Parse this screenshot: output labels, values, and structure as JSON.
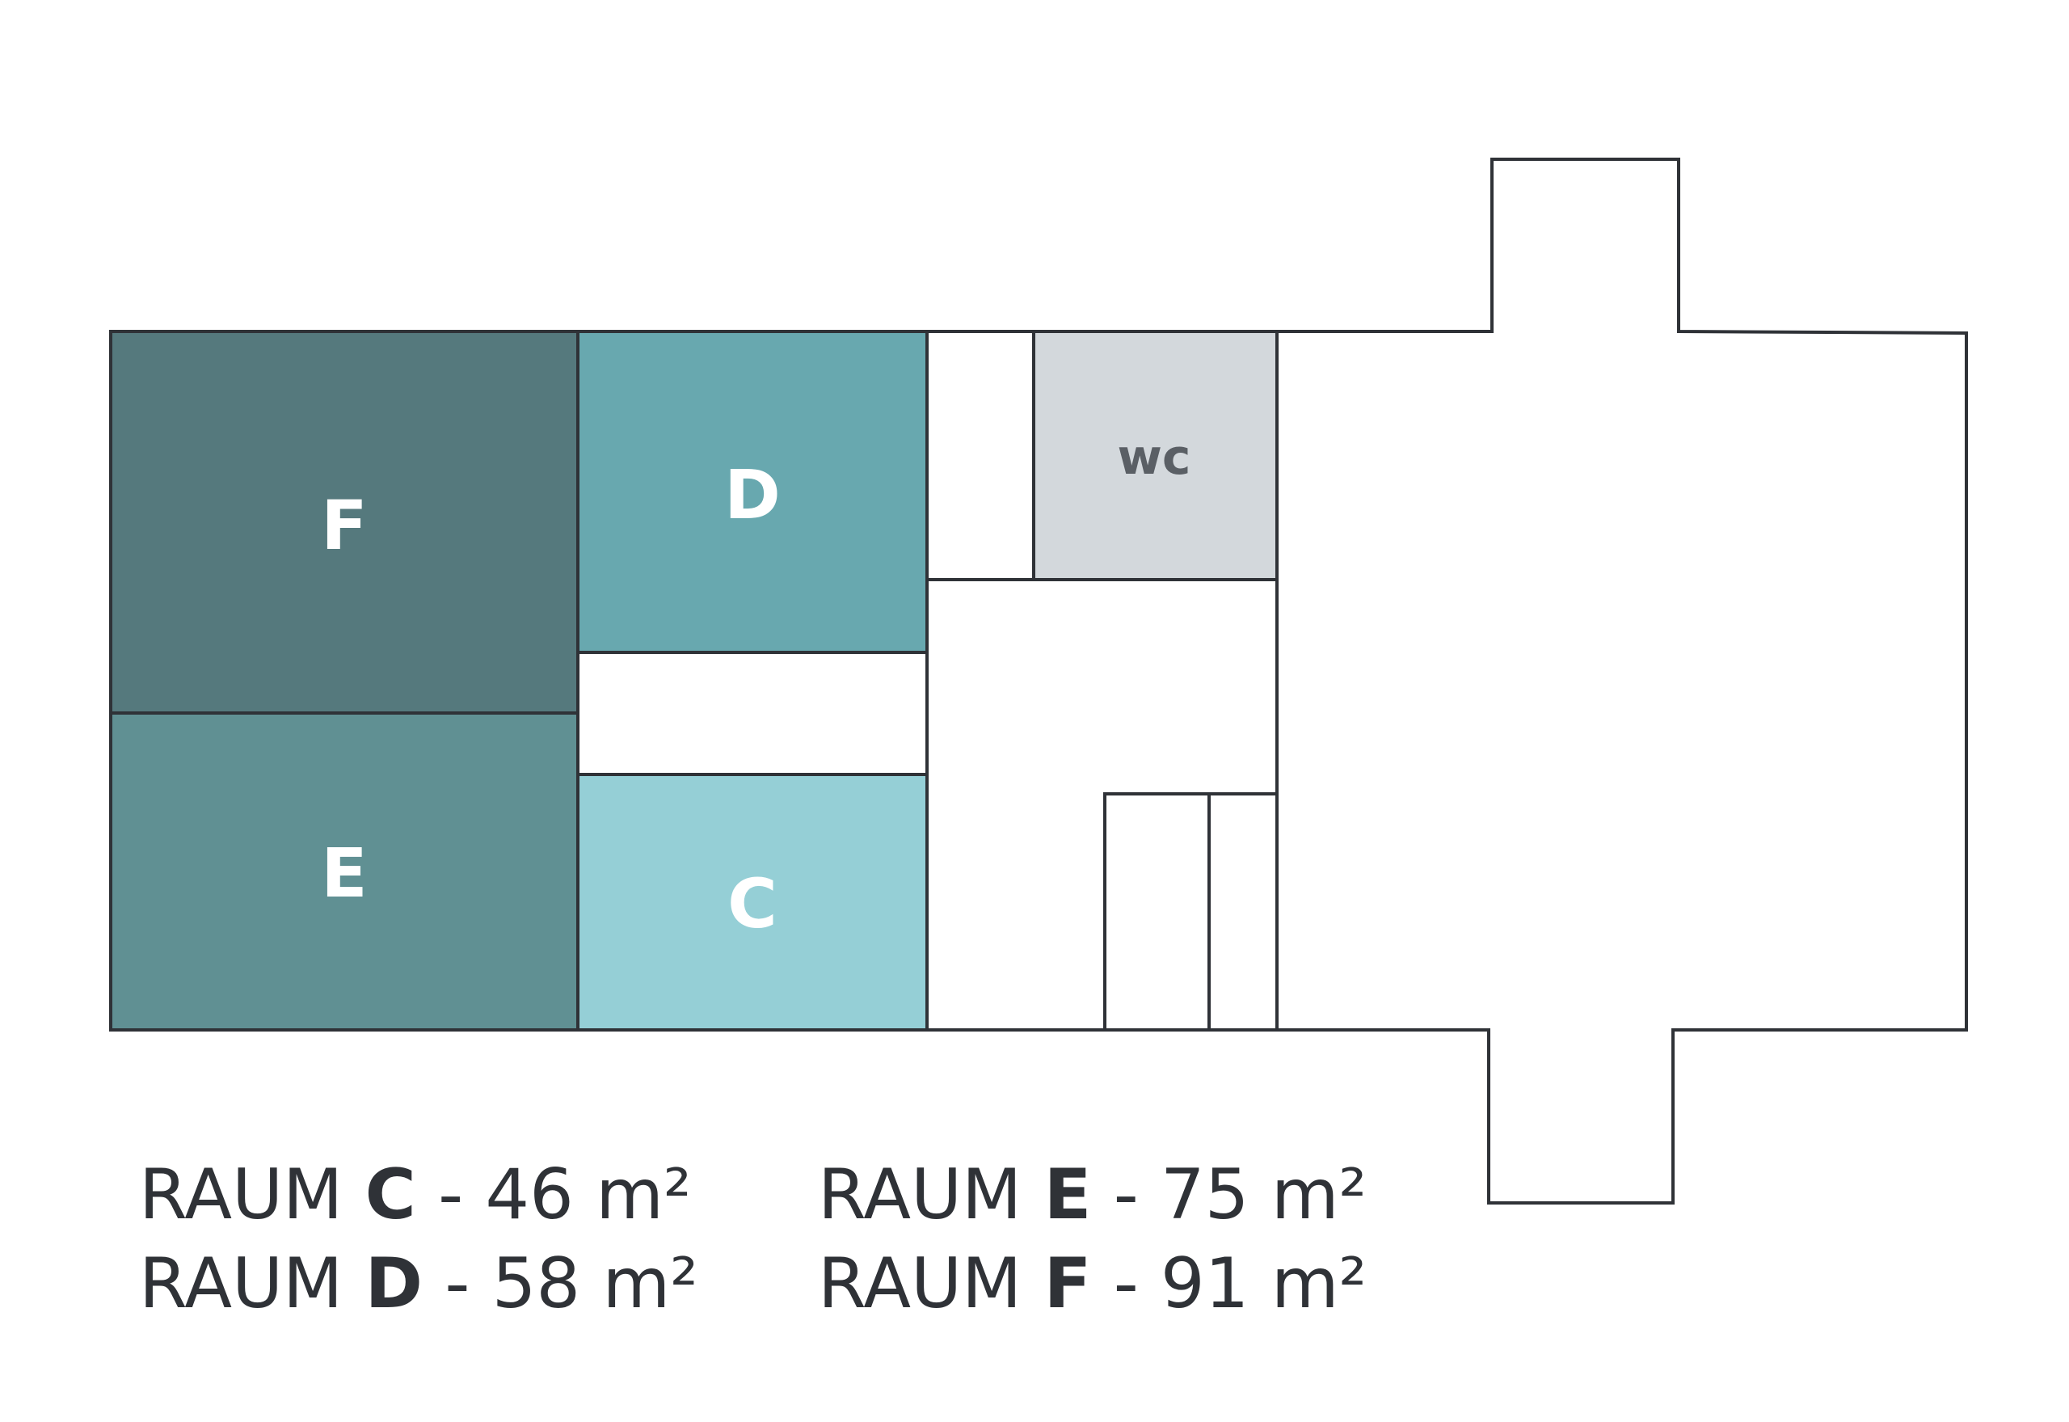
{
  "colors": {
    "room_f": "#55797d",
    "room_e": "#609093",
    "room_d": "#68a8af",
    "room_c": "#95cfd6",
    "wc": "#d3d8dc",
    "wall": "#2f3237",
    "label_light": "#ffffff",
    "label_wc": "#5a5f65"
  },
  "rooms": {
    "f": {
      "label": "F"
    },
    "e": {
      "label": "E"
    },
    "d": {
      "label": "D"
    },
    "c": {
      "label": "C"
    },
    "wc": {
      "label": "wc"
    }
  },
  "legend": {
    "prefix": "RAUM",
    "items": [
      {
        "id": "C",
        "area": "- 46 m²"
      },
      {
        "id": "D",
        "area": "- 58 m²"
      },
      {
        "id": "E",
        "area": "- 75 m²"
      },
      {
        "id": "F",
        "area": "- 91 m²"
      }
    ]
  }
}
